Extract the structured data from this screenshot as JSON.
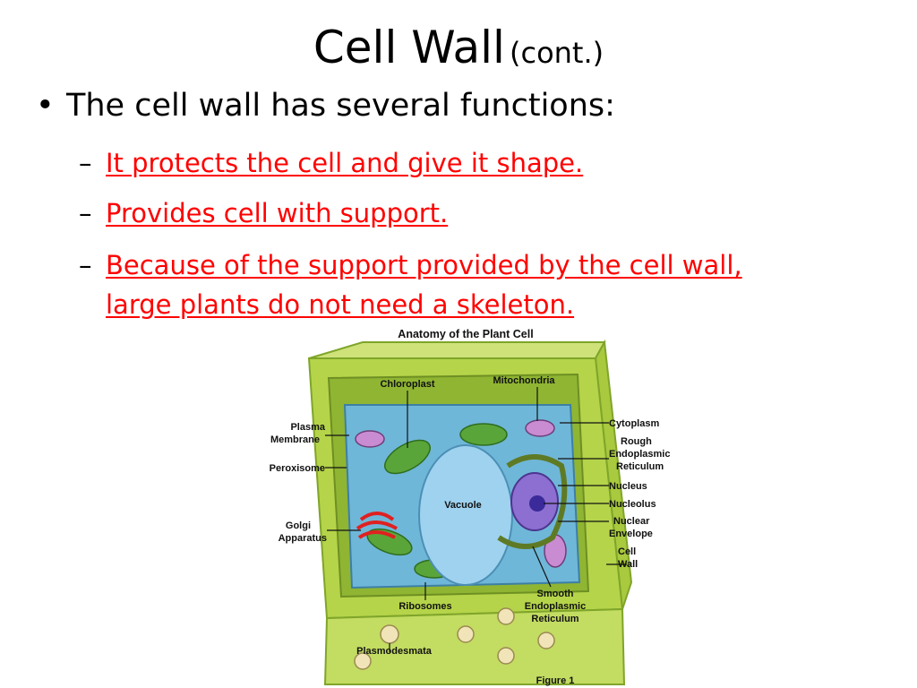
{
  "slide": {
    "title": "Cell Wall",
    "title_suffix": "(cont.)",
    "bullet": "The cell wall has several functions:",
    "subitems": [
      {
        "line1": "It protects the cell and give it shape."
      },
      {
        "line1": "Provides cell with support."
      },
      {
        "line1": "Because of the support provided by the cell wall,",
        "line2": "large plants do not need a skeleton."
      }
    ],
    "dash": "–",
    "bullet_glyph": "•"
  },
  "figure": {
    "title": "Anatomy of the Plant Cell",
    "caption": "Figure 1",
    "labels": {
      "chloroplast": "Chloroplast",
      "mitochondria": "Mitochondria",
      "plasma_1": "Plasma",
      "plasma_2": "Membrane",
      "peroxisome": "Peroxisome",
      "golgi_1": "Golgi",
      "golgi_2": "Apparatus",
      "vacuole": "Vacuole",
      "cytoplasm": "Cytoplasm",
      "rer_1": "Rough",
      "rer_2": "Endoplasmic",
      "rer_3": "Reticulum",
      "nucleus": "Nucleus",
      "nucleolus": "Nucleolus",
      "envelope_1": "Nuclear",
      "envelope_2": "Envelope",
      "wall_1": "Cell",
      "wall_2": "Wall",
      "ser_1": "Smooth",
      "ser_2": "Endoplasmic",
      "ser_3": "Reticulum",
      "ribosomes": "Ribosomes",
      "plasmodesmata": "Plasmodesmata"
    },
    "colors": {
      "wall": "#b5d44a",
      "wall_dark": "#7fa52a",
      "cytoplasm": "#6fb7d8",
      "vacuole": "#9ed2ef",
      "chloroplast": "#5aa53a",
      "nucleus": "#8c6fd0",
      "golgi": "#e02020"
    }
  }
}
